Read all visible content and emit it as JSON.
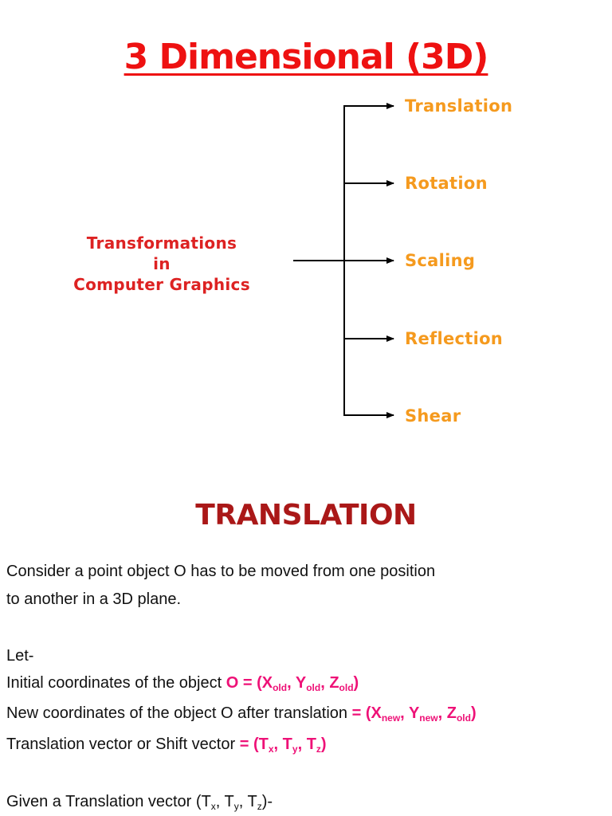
{
  "title": "3 Dimensional (3D)",
  "diagram": {
    "root": {
      "line1": "Transformations",
      "line2": "in",
      "line3": "Computer Graphics"
    },
    "branches": [
      {
        "label": "Translation"
      },
      {
        "label": "Rotation"
      },
      {
        "label": "Scaling"
      },
      {
        "label": "Reflection"
      },
      {
        "label": "Shear"
      }
    ]
  },
  "section": {
    "heading": "TRANSLATION"
  },
  "body": {
    "intro_line1": "Consider a point object O has to be moved from one position",
    "intro_line2": "to another in a 3D plane.",
    "let": "Let-",
    "initial": {
      "text": "Initial coordinates of the object ",
      "eq": "O = (",
      "x": "X",
      "x_sub": "old",
      "sep1": ", ",
      "y": "Y",
      "y_sub": "old",
      "sep2": ", ",
      "z": "Z",
      "z_sub": "old",
      "close": ")"
    },
    "new": {
      "text": "New coordinates of the object O after translation ",
      "eq": "= (",
      "x": "X",
      "x_sub": "new",
      "sep1": ", ",
      "y": "Y",
      "y_sub": "new",
      "sep2": ", ",
      "z": "Z",
      "z_sub": "old",
      "close": ")"
    },
    "vector": {
      "text": "Translation vector or Shift vector ",
      "eq": "= (",
      "x": "T",
      "x_sub": "x",
      "sep1": ", ",
      "y": "T",
      "y_sub": "y",
      "sep2": ", ",
      "z": "T",
      "z_sub": "z",
      "close": ")"
    },
    "given": {
      "text": "Given a Translation vector (",
      "x": "T",
      "x_sub": "x",
      "sep1": ", ",
      "y": "T",
      "y_sub": "y",
      "sep2": ", ",
      "z": "T",
      "z_sub": "z",
      "close": ")-"
    }
  }
}
